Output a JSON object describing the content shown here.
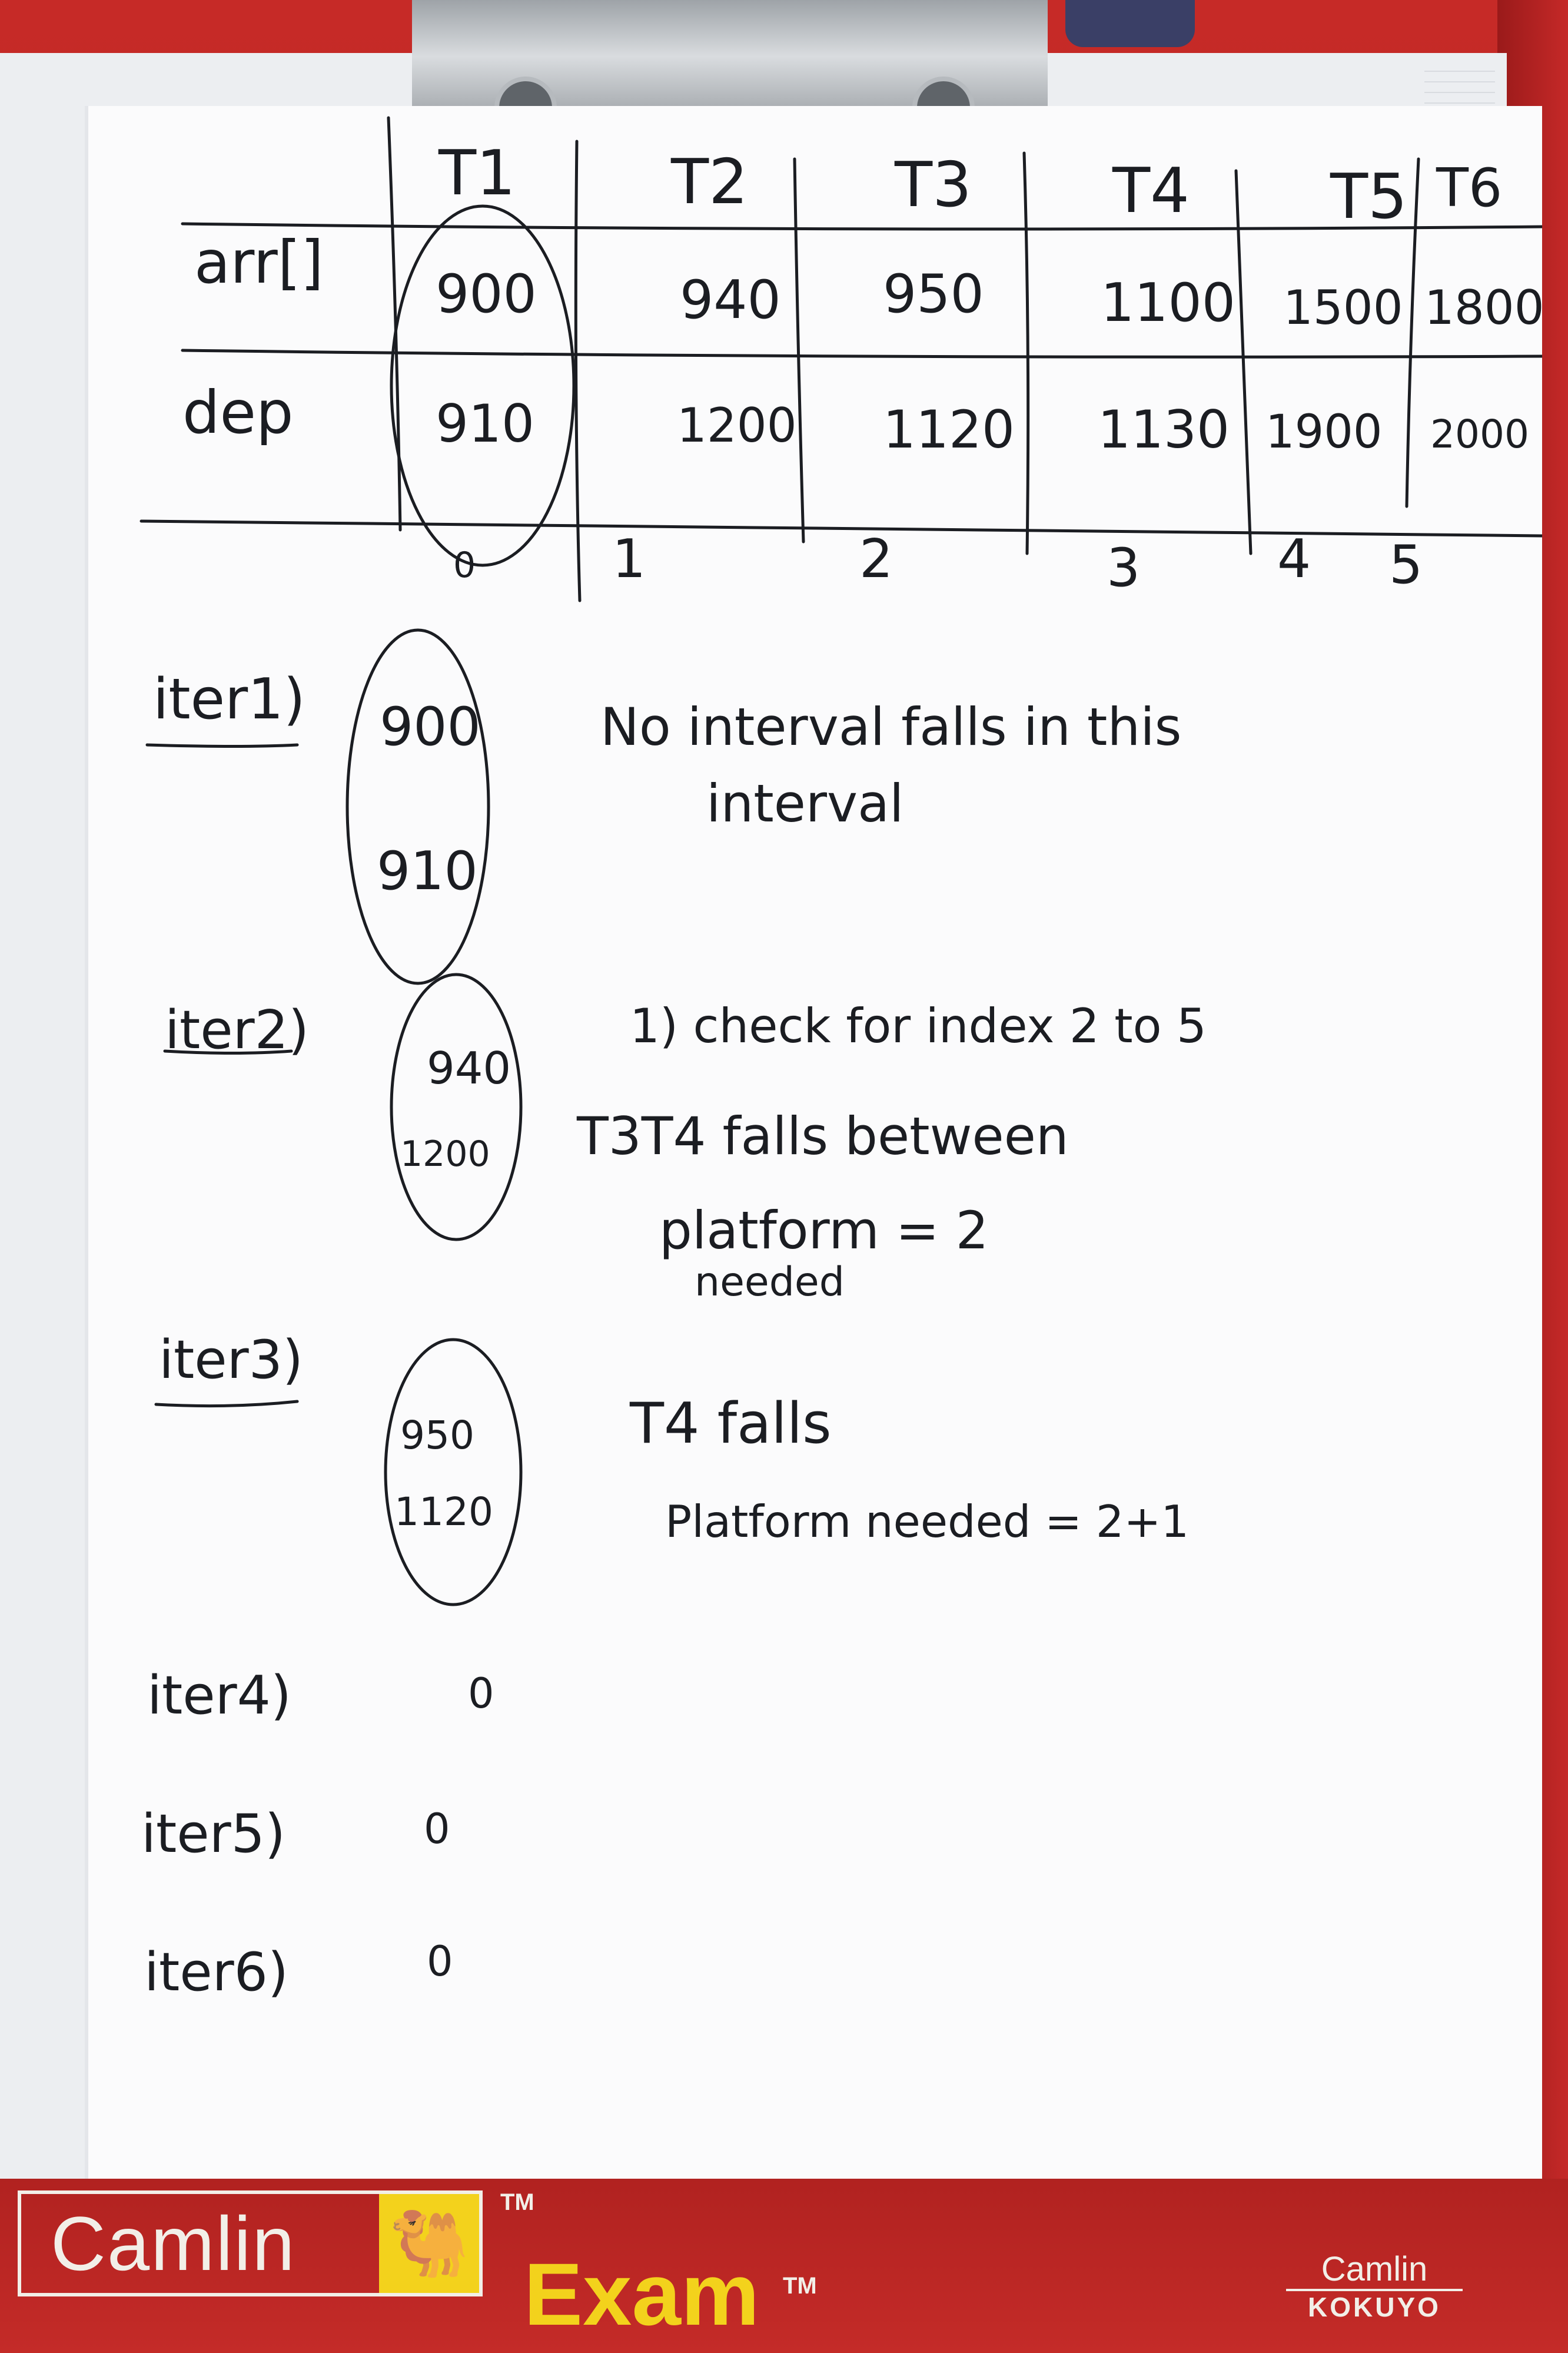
{
  "table": {
    "trains": [
      "T1",
      "T2",
      "T3",
      "T4",
      "T5",
      "T6"
    ],
    "row_labels": {
      "arr": "arr[]",
      "dep": "dep"
    },
    "arr": [
      "900",
      "940",
      "950",
      "1100",
      "1500",
      "1800"
    ],
    "dep": [
      "910",
      "1200",
      "1120",
      "1130",
      "1900",
      "2000"
    ],
    "indices": [
      "0",
      "1",
      "2",
      "3",
      "4",
      "5"
    ]
  },
  "iterations": [
    {
      "label": "iter1)",
      "arr": "900",
      "dep": "910",
      "notes": [
        "No interval falls in this",
        "interval"
      ]
    },
    {
      "label": "iter2)",
      "arr": "940",
      "dep": "1200",
      "notes": [
        "1) check for index 2 to 5",
        "T3T4 falls between",
        "platform = 2",
        "needed"
      ]
    },
    {
      "label": "iter3)",
      "arr": "950",
      "dep": "1120",
      "notes": [
        "T4 falls",
        "Platform needed = 2+1"
      ]
    },
    {
      "label": "iter4)",
      "value": "0"
    },
    {
      "label": "iter5)",
      "value": "0"
    },
    {
      "label": "iter6)",
      "value": "0"
    }
  ],
  "brand": {
    "camlin": "Camlin",
    "tm": "TM",
    "exam": "Exam",
    "exam_tm": "TM",
    "kokuyo_camlin": "Camlin",
    "kokuyo": "KOKUYO"
  },
  "colors": {
    "ink": "#1b1d22",
    "board_red": "#c62a27",
    "brand_yellow": "#f3d21c",
    "paper": "#fbfbfc"
  }
}
